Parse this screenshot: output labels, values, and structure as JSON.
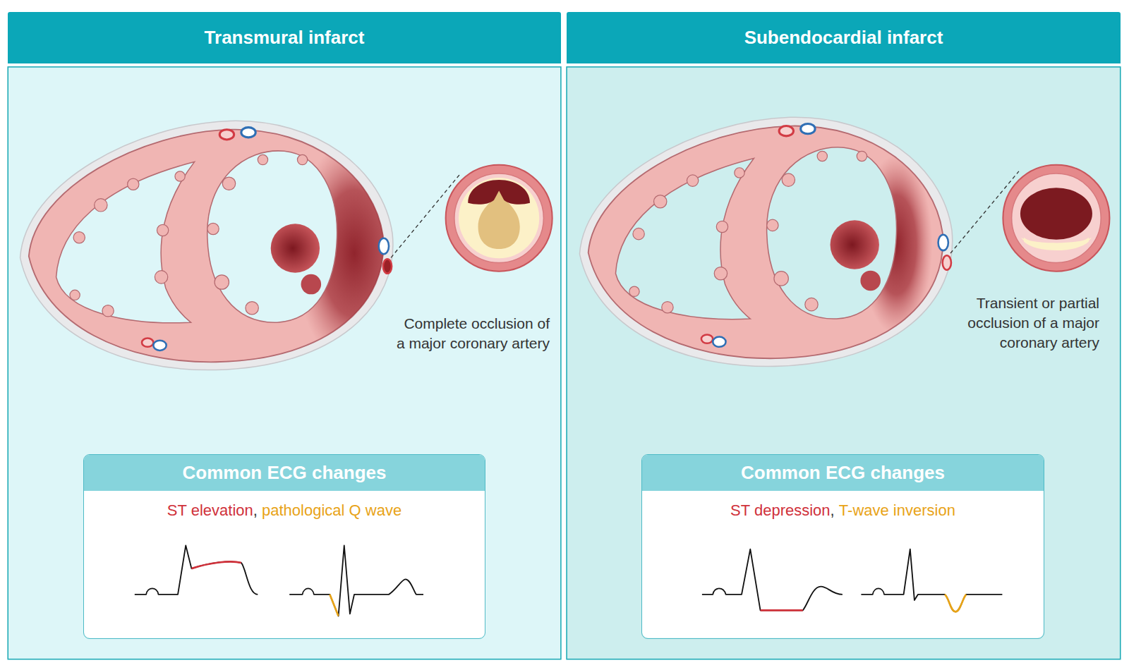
{
  "diagram": {
    "nodes": [
      {
        "text": [
          "Transmural infarct"
        ]
      },
      {
        "text": [
          "Common ECG changes",
          "ST elevation",
          ",",
          "pathological Q wave"
        ],
        "in": 0
      },
      {
        "text": [
          "Subendocardial infarct"
        ]
      },
      {
        "text": [
          "Common ECG changes",
          "ST depression",
          ",",
          "T-wave inversion"
        ],
        "in": 2
      }
    ],
    "labels": [
      "Complete occlusion of a major coronary artery",
      "Transient or partial occlusion of a major coronary artery"
    ]
  }
}
